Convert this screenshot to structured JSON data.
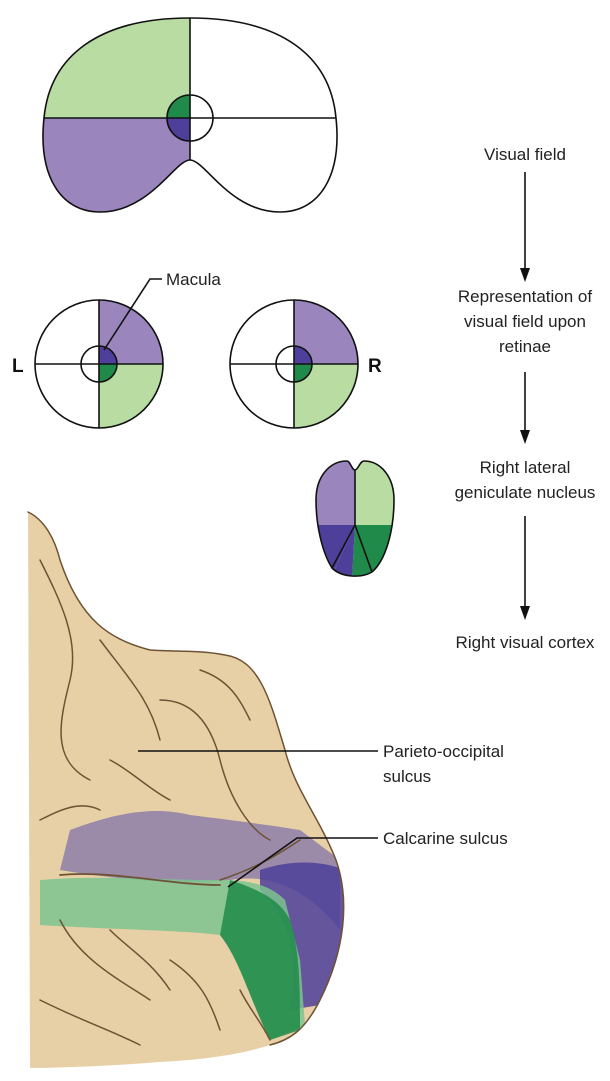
{
  "labels": {
    "macula": "Macula",
    "left_eye": "L",
    "right_eye": "R",
    "parieto_occipital": [
      "Parieto-occipital",
      "sulcus"
    ],
    "calcarine": "Calcarine sulcus"
  },
  "flow_steps": [
    [
      "Visual field"
    ],
    [
      "Representation of",
      "visual field upon",
      "retinae"
    ],
    [
      "Right lateral",
      "geniculate nucleus"
    ],
    [
      "Right visual cortex"
    ]
  ],
  "colors": {
    "upper_left_field": "#b9dca3",
    "lower_left_field": "#9a85bd",
    "macula_upper": "#1f8a49",
    "macula_lower": "#4d3f9a",
    "cortex_tan": "#e8d0a6",
    "cortex_upper_band": "#8d7ea8",
    "cortex_lower_band": "#7cc38f"
  }
}
